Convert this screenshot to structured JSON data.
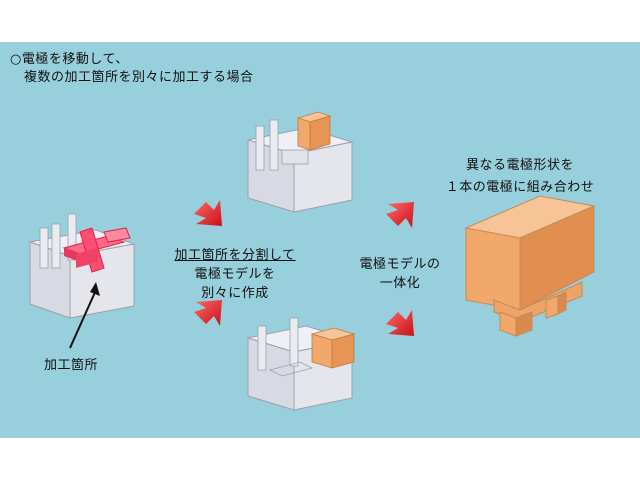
{
  "title": {
    "bullet": "○",
    "line1": "電極を移動して、",
    "line2": "複数の加工箇所を別々に加工する場合"
  },
  "labels": {
    "machining_area": "加工箇所",
    "split_line1": "加工箇所を分割して",
    "split_line2": "電極モデルを",
    "split_line3": "別々に作成",
    "integrate_line1": "電極モデルの",
    "integrate_line2": "一体化",
    "combine_line1": "異なる電極形状を",
    "combine_line2": "１本の電極に組み合わせ"
  },
  "colors": {
    "panel": "#98cfdd",
    "block_face": "#dcdfe6",
    "electrode_top": "#f7c497",
    "electrode_front": "#f2a86b",
    "electrode_side": "#d98a4f",
    "arrow": "#e8202a",
    "highlight": "#ff5577"
  }
}
